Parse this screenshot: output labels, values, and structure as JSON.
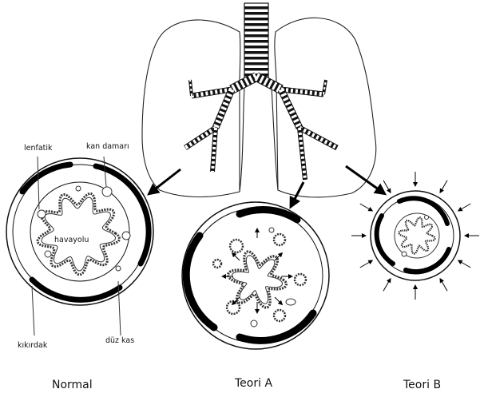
{
  "labels": {
    "lymphatic": "lenfatik",
    "blood_vessel": "kan damarı",
    "airway": "havayolu",
    "cartilage": "kıkırdak",
    "smooth_muscle": "düz kas"
  },
  "captions": {
    "normal": "Normal",
    "theory_a": "Teori A",
    "theory_b": "Teori B"
  }
}
